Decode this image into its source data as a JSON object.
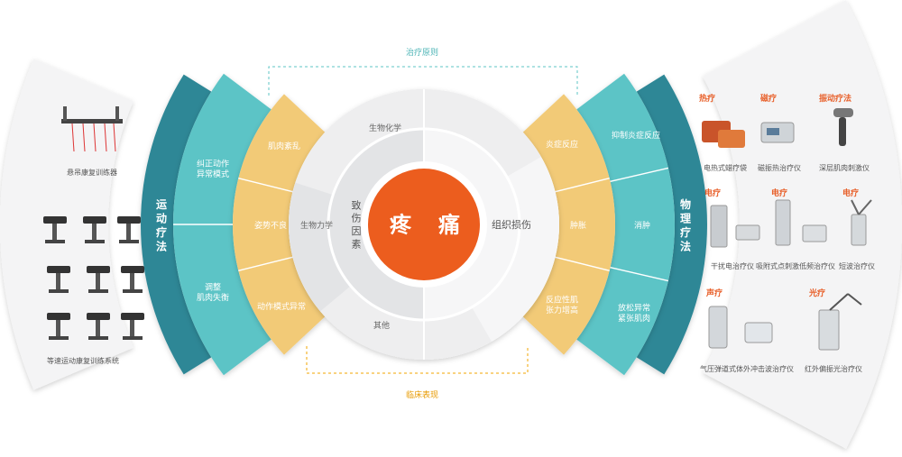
{
  "center": {
    "title_a": "疼",
    "title_b": "痛",
    "left_label": "致伤因素",
    "right_label": "组织损伤"
  },
  "left_ring": {
    "top": "生物化学",
    "middle": "生物力学",
    "bottom": "其他"
  },
  "left_yellow": [
    "肌肉紊乱",
    "姿势不良",
    "动作模式异常"
  ],
  "left_teal": [
    [
      "纠正动作",
      "异常模式"
    ],
    [
      "调整",
      "肌肉失衡"
    ]
  ],
  "left_dark": "运动疗法",
  "right_yellow": [
    [
      "炎症反应"
    ],
    [
      "肿胀"
    ],
    [
      "反应性肌",
      "张力增高"
    ]
  ],
  "right_teal": [
    [
      "抑制炎症反应"
    ],
    [
      "消肿"
    ],
    [
      "放松异常",
      "紧张肌肉"
    ]
  ],
  "right_dark": "物理疗法",
  "annotations": {
    "top": "治疗原则",
    "bottom": "临床表现"
  },
  "left_equipment": [
    {
      "label": "悬吊康复训练器"
    },
    {
      "label": "等速运动康复训练系统"
    }
  ],
  "right_equipment": {
    "categories": [
      "热疗",
      "磁疗",
      "振动疗法",
      "电疗",
      "电疗",
      "电疗",
      "声疗",
      "光疗"
    ],
    "devices": [
      "电热式蜡疗袋",
      "磁振热治疗仪",
      "深层肌肉刺激仪",
      "干扰电治疗仪",
      "吸附式点刺激低频治疗仪",
      "短波治疗仪",
      "气压弹道式体外冲击波治疗仪",
      "红外偏振光治疗仪"
    ]
  },
  "colors": {
    "orange": "#ec5d1e",
    "yellow": "#f2ca77",
    "teal": "#5cc4c6",
    "dark_teal": "#2f8796",
    "ring_gray": "#e3e4e6",
    "fan_gray": "#f4f4f5",
    "dash": "#f0a500",
    "dash_teal": "#5cc4c6"
  }
}
